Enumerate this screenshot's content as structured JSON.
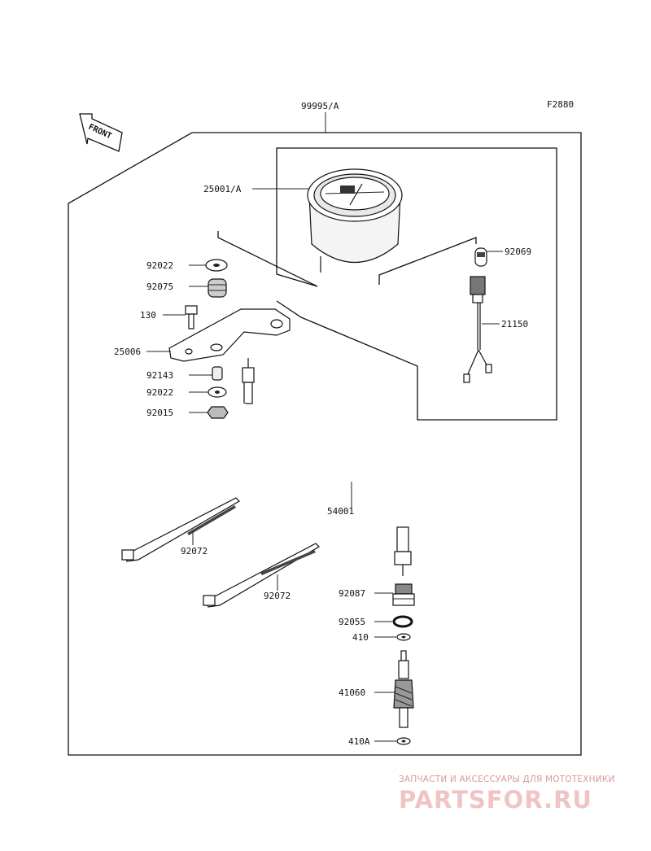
{
  "diagram": {
    "code": "F2880",
    "assembly_no": "99995/A",
    "front_label": "FRONT",
    "parts": {
      "meter": "25001/A",
      "bulb": "92069",
      "socket": "21150",
      "washer_top": "92022",
      "damper": "92075",
      "bolt": "130",
      "bracket": "25006",
      "collar": "92143",
      "washer_bottom": "92022",
      "nut": "92015",
      "cable": "54001",
      "band_1": "92072",
      "band_2": "92072",
      "bushing": "92087",
      "oring": "92055",
      "washer_410": "410",
      "gear": "41060",
      "washer_410a": "410A"
    }
  },
  "watermark": {
    "tagline": "ЗАПЧАСТИ И АКСЕССУАРЫ ДЛЯ МОТОТЕХНИКИ",
    "logo": "PARTSFOR.RU",
    "color": "#e0a0a0"
  }
}
